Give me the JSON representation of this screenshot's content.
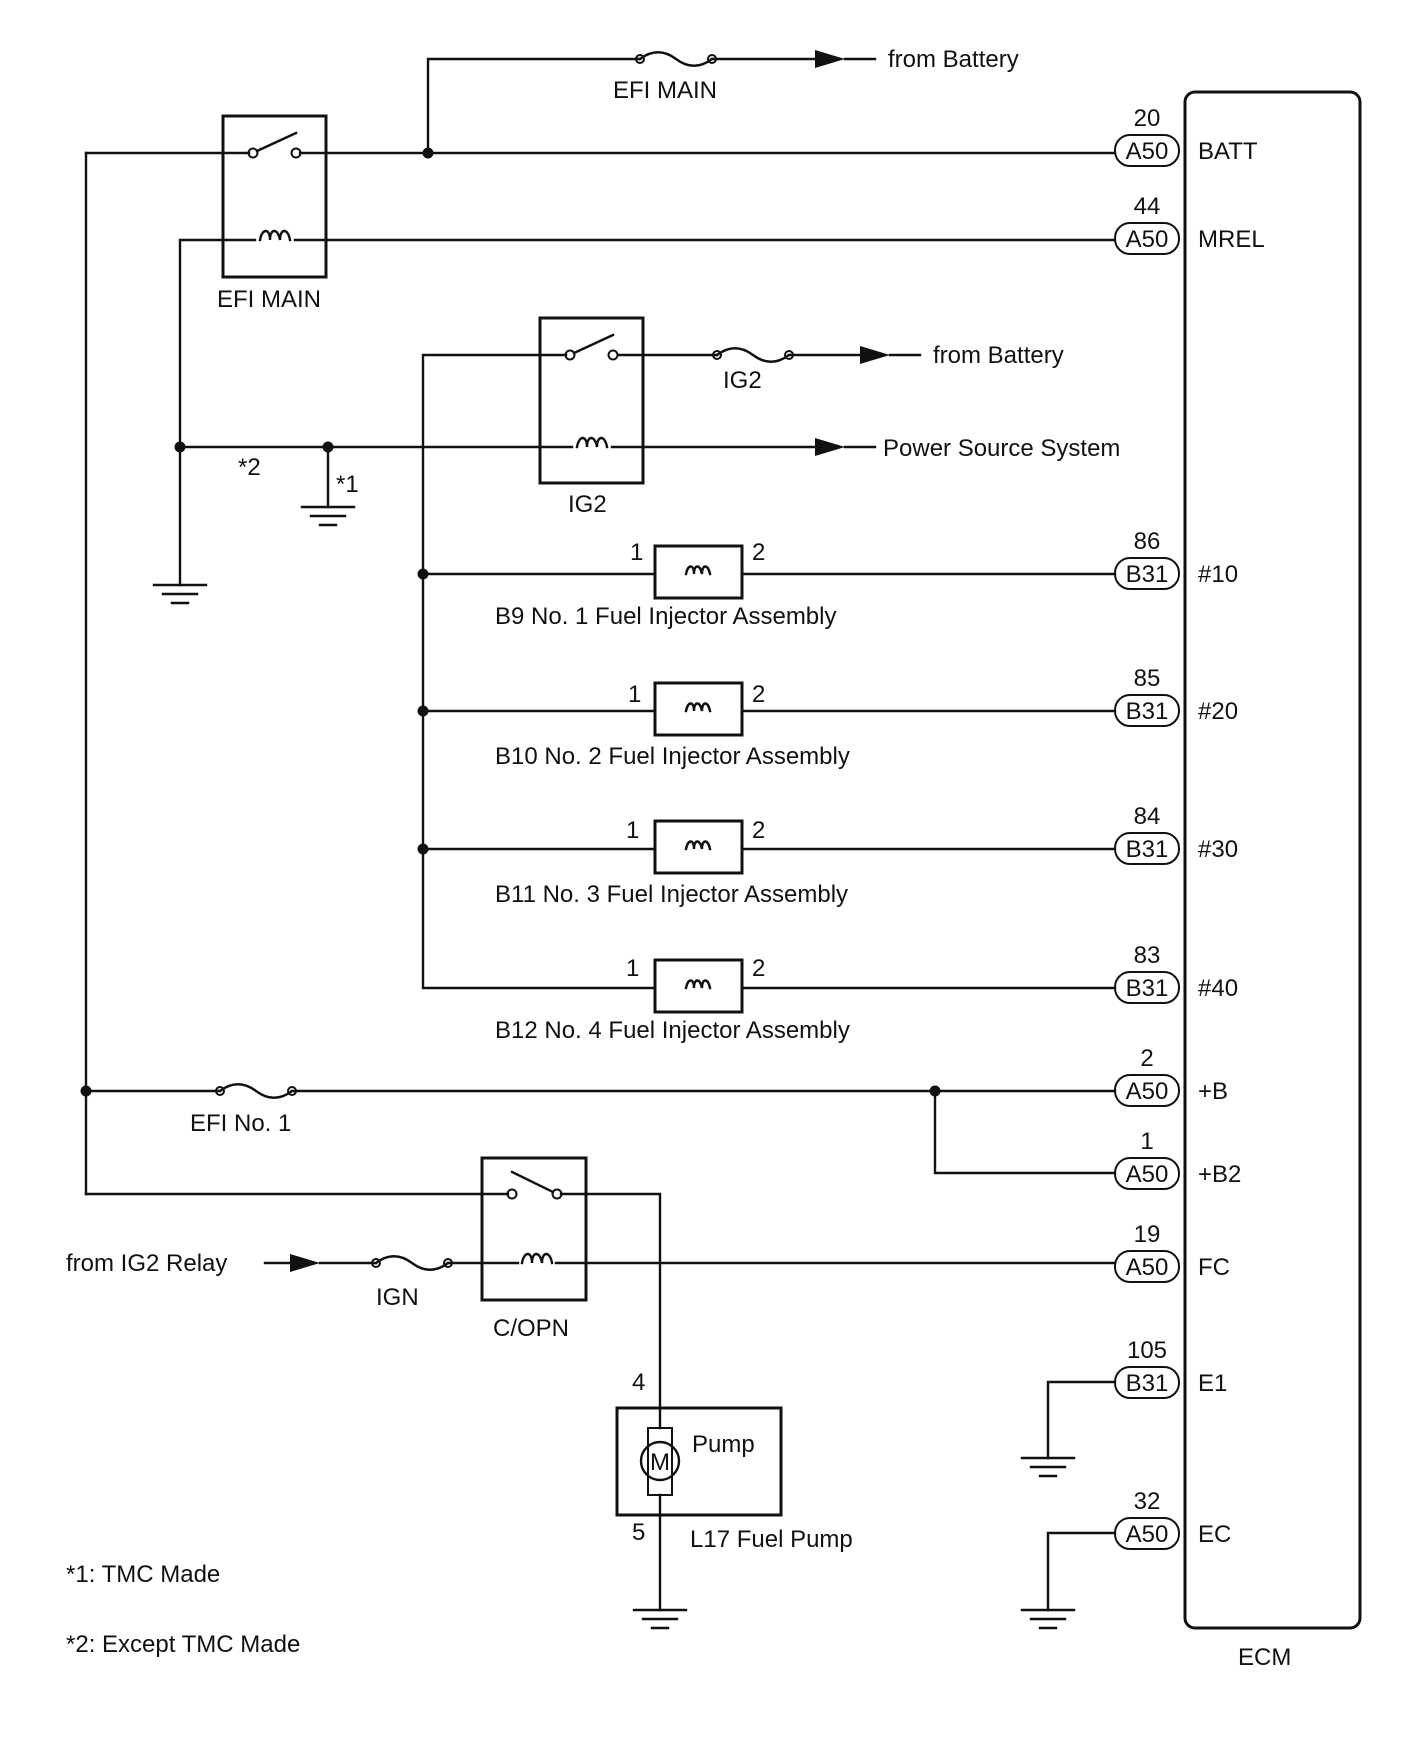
{
  "ecm": {
    "label": "ECM",
    "terminals": [
      {
        "pin": "20",
        "connector": "A50",
        "signal": "BATT"
      },
      {
        "pin": "44",
        "connector": "A50",
        "signal": "MREL"
      },
      {
        "pin": "86",
        "connector": "B31",
        "signal": "#10"
      },
      {
        "pin": "85",
        "connector": "B31",
        "signal": "#20"
      },
      {
        "pin": "84",
        "connector": "B31",
        "signal": "#30"
      },
      {
        "pin": "83",
        "connector": "B31",
        "signal": "#40"
      },
      {
        "pin": "2",
        "connector": "A50",
        "signal": "+B"
      },
      {
        "pin": "1",
        "connector": "A50",
        "signal": "+B2"
      },
      {
        "pin": "19",
        "connector": "A50",
        "signal": "FC"
      },
      {
        "pin": "105",
        "connector": "B31",
        "signal": "E1"
      },
      {
        "pin": "32",
        "connector": "A50",
        "signal": "EC"
      }
    ]
  },
  "relays": {
    "efi_main": "EFI MAIN",
    "ig2": "IG2",
    "c_opn": "C/OPN"
  },
  "fuses": {
    "efi_main": "EFI MAIN",
    "ig2": "IG2",
    "efi_no1": "EFI No. 1",
    "ign": "IGN"
  },
  "sources": {
    "battery_1": "from Battery",
    "battery_2": "from Battery",
    "power_source": "Power Source System",
    "ig2_relay": "from IG2 Relay"
  },
  "injectors": [
    {
      "label": "B9 No. 1 Fuel Injector Assembly",
      "pin_in": "1",
      "pin_out": "2"
    },
    {
      "label": "B10 No. 2 Fuel Injector Assembly",
      "pin_in": "1",
      "pin_out": "2"
    },
    {
      "label": "B11 No. 3 Fuel Injector Assembly",
      "pin_in": "1",
      "pin_out": "2"
    },
    {
      "label": "B12 No. 4 Fuel Injector Assembly",
      "pin_in": "1",
      "pin_out": "2"
    }
  ],
  "fuel_pump": {
    "label": "L17  Fuel Pump",
    "inner": "Pump",
    "motor": "M",
    "pin_top": "4",
    "pin_bottom": "5"
  },
  "ground_marks": {
    "star2": "*2",
    "star1": "*1"
  },
  "notes": [
    "*1: TMC Made",
    "*2: Except TMC Made"
  ]
}
